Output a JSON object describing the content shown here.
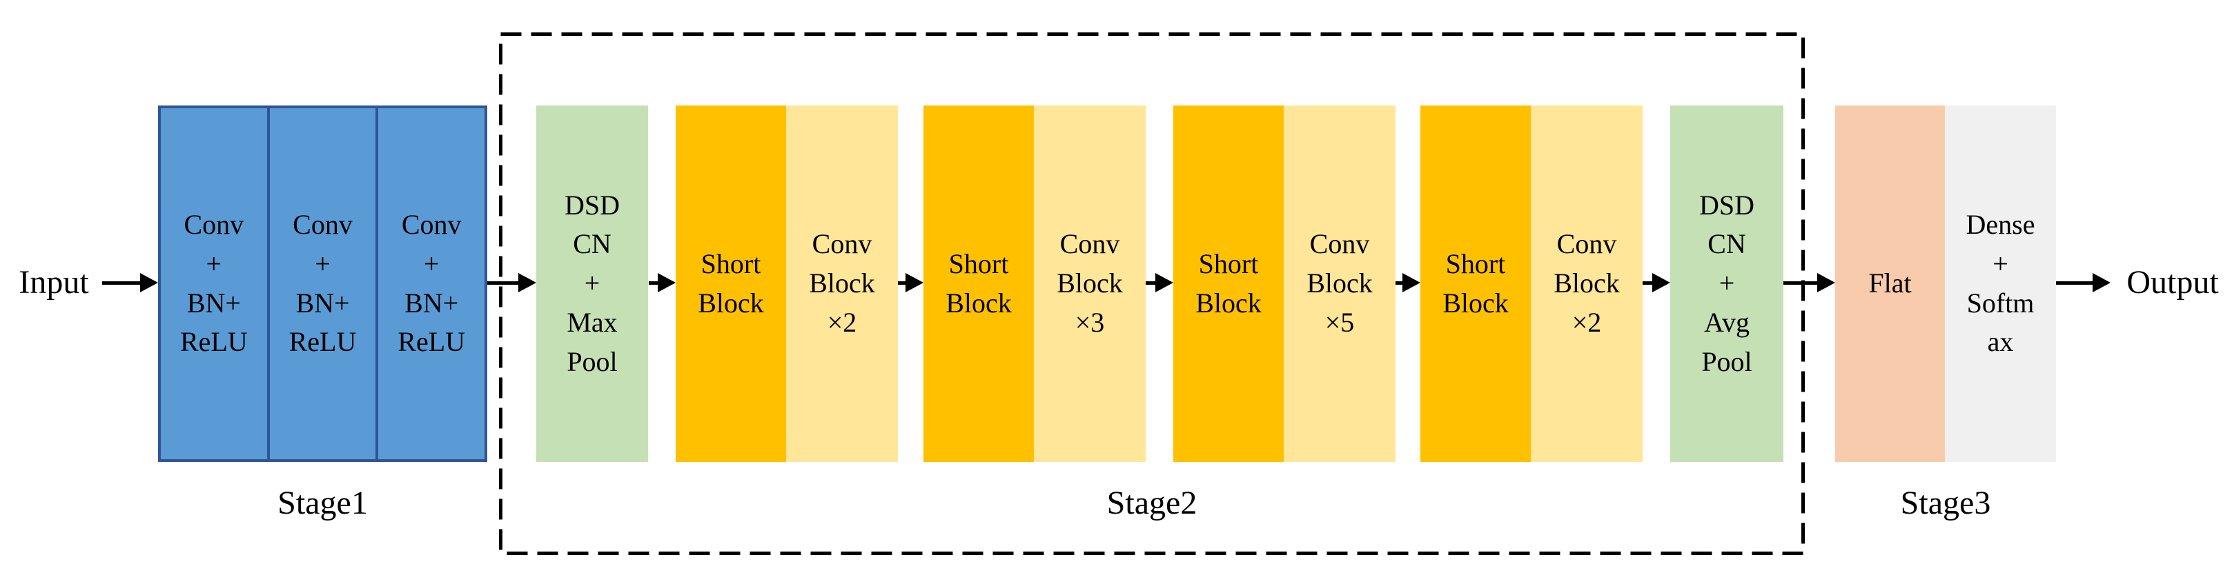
{
  "labels": {
    "input": "Input",
    "output": "Output"
  },
  "colors": {
    "conv_blue_fill": "#5b9bd5",
    "conv_blue_border": "#2f5597",
    "dsdcn_green": "#c5e0b4",
    "short_block_orange": "#ffc000",
    "conv_block_yellow": "#ffe699",
    "flat_peach": "#f8cbad",
    "dense_gray": "#f0f0f0",
    "arrow_black": "#000000"
  },
  "stage1": {
    "label": "Stage1",
    "conv_blocks": [
      [
        "Conv",
        "+",
        "BN+",
        "ReLU"
      ],
      [
        "Conv",
        "+",
        "BN+",
        "ReLU"
      ],
      [
        "Conv",
        "+",
        "BN+",
        "ReLU"
      ]
    ]
  },
  "stage2": {
    "label": "Stage2",
    "entry_block": [
      "DSD",
      "CN",
      "+",
      "Max",
      "Pool"
    ],
    "pairs": [
      {
        "short": [
          "Short",
          "Block"
        ],
        "conv": [
          "Conv",
          "Block",
          "×2"
        ]
      },
      {
        "short": [
          "Short",
          "Block"
        ],
        "conv": [
          "Conv",
          "Block",
          "×3"
        ]
      },
      {
        "short": [
          "Short",
          "Block"
        ],
        "conv": [
          "Conv",
          "Block",
          "×5"
        ]
      },
      {
        "short": [
          "Short",
          "Block"
        ],
        "conv": [
          "Conv",
          "Block",
          "×2"
        ]
      }
    ],
    "exit_block": [
      "DSD",
      "CN",
      "+",
      "Avg",
      "Pool"
    ]
  },
  "stage3": {
    "label": "Stage3",
    "flat_block": [
      "Flat"
    ],
    "dense_block": [
      "Dense",
      "+",
      "Softm",
      "ax"
    ]
  }
}
